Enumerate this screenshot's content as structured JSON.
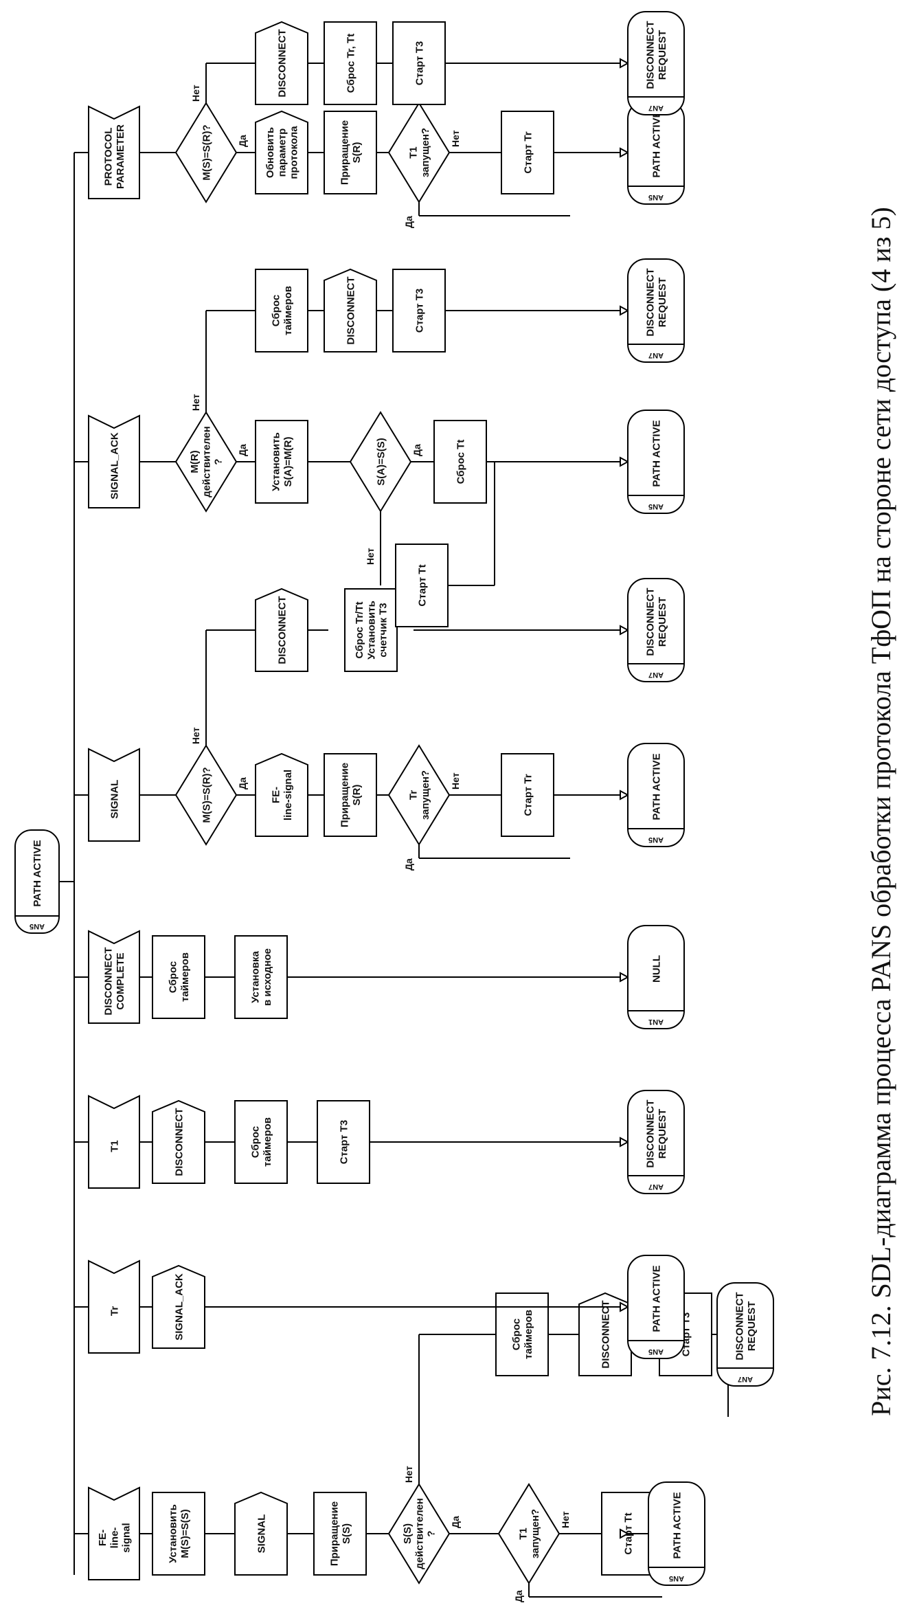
{
  "caption": "Рис. 7.12. SDL-диаграмма процесса PANS обработки протокола ТфОП на стороне сети доступа (4 из 5)",
  "state_in": {
    "tag": "AN5",
    "name": "PATH ACTIVE"
  },
  "answers": {
    "yes": "Да",
    "no": "Нет"
  },
  "branches": [
    {
      "name": "col1",
      "signal": [
        "FE-",
        "line-",
        "signal"
      ],
      "steps": [
        [
          "Установить",
          "M(S)=S(S)"
        ],
        [
          "SIGNAL"
        ],
        [
          "Приращение",
          "S(S)"
        ]
      ],
      "decision1": [
        "S(S)",
        "действителен",
        "?"
      ],
      "decision2": [
        "T1",
        "запущен?"
      ],
      "yes_action": [
        "Старт Tt"
      ],
      "no_actions": [
        [
          "Сброс",
          "таймеров"
        ],
        [
          "DISCONNECT"
        ],
        [
          "Старт T3"
        ]
      ],
      "end_yes": {
        "tag": "AN5",
        "name": [
          "PATH ACTIVE"
        ]
      },
      "end_no": {
        "tag": "AN7",
        "name": [
          "DISCONNECT",
          "REQUEST"
        ]
      }
    },
    {
      "name": "col2",
      "signal": [
        "Tr"
      ],
      "steps": [
        [
          "SIGNAL_ACK"
        ]
      ],
      "end": {
        "tag": "AN5",
        "name": [
          "PATH ACTIVE"
        ]
      }
    },
    {
      "name": "col3",
      "signal": [
        "T1"
      ],
      "steps": [
        [
          "DISCONNECT"
        ],
        [
          "Сброс",
          "таймеров"
        ],
        [
          "Старт T3"
        ]
      ],
      "end": {
        "tag": "AN7",
        "name": [
          "DISCONNECT",
          "REQUEST"
        ]
      }
    },
    {
      "name": "col4",
      "signal": [
        "DISCONNECT",
        "COMPLETE"
      ],
      "steps": [
        [
          "Сброс",
          "таймеров"
        ],
        [
          "Установка",
          "в исходное"
        ]
      ],
      "end": {
        "tag": "AN1",
        "name": [
          "NULL"
        ]
      }
    },
    {
      "name": "col5",
      "signal": [
        "SIGNAL"
      ],
      "decision1": [
        "M(S)=S(R)?"
      ],
      "yes_steps": [
        [
          "FE-",
          "line-signal"
        ],
        [
          "Приращение",
          "S(R)"
        ]
      ],
      "decision2": [
        "Tr",
        "запущен?"
      ],
      "yes_action": [
        "Старт Tr"
      ],
      "no_steps": [
        [
          "DISCONNECT"
        ],
        [
          "Сброс Tr/Tt",
          "Установить",
          "счетчик T3"
        ]
      ],
      "end_yes": {
        "tag": "AN5",
        "name": [
          "PATH ACTIVE"
        ]
      },
      "end_no": {
        "tag": "AN7",
        "name": [
          "DISCONNECT",
          "REQUEST"
        ]
      }
    },
    {
      "name": "col6",
      "signal": [
        "SIGNAL_ACK"
      ],
      "decision1": [
        "M(R)",
        "действителен",
        "?"
      ],
      "yes_steps": [
        [
          "Установить",
          "S(A)=M(R)"
        ]
      ],
      "decision2": [
        "S(A)=S(S)"
      ],
      "yes_action": [
        "Сброс Tt"
      ],
      "no2_action": [
        "Старт Tt"
      ],
      "no_steps": [
        [
          "Сброс",
          "таймеров"
        ],
        [
          "DISCONNECT"
        ],
        [
          "Старт T3"
        ]
      ],
      "end_yes": {
        "tag": "AN5",
        "name": [
          "PATH ACTIVE"
        ]
      },
      "end_no": {
        "tag": "AN7",
        "name": [
          "DISCONNECT",
          "REQUEST"
        ]
      }
    },
    {
      "name": "col7",
      "signal": [
        "PROTOCOL",
        "PARAMETER"
      ],
      "decision1": [
        "M(S)=S(R)?"
      ],
      "yes_steps": [
        [
          "Обновить",
          "параметр",
          "протокола"
        ],
        [
          "Приращение",
          "S(R)"
        ]
      ],
      "decision2": [
        "T1",
        "запущен?"
      ],
      "yes_action": [
        "Старт Tr"
      ],
      "no_steps": [
        [
          "DISCONNECT"
        ],
        [
          "Сброс Tr, Tt"
        ],
        [
          "Старт T3"
        ]
      ],
      "end_yes": {
        "tag": "AN5",
        "name": [
          "PATH ACTIVE"
        ]
      },
      "end_no": {
        "tag": "AN7",
        "name": [
          "DISCONNECT",
          "REQUEST"
        ]
      }
    }
  ]
}
